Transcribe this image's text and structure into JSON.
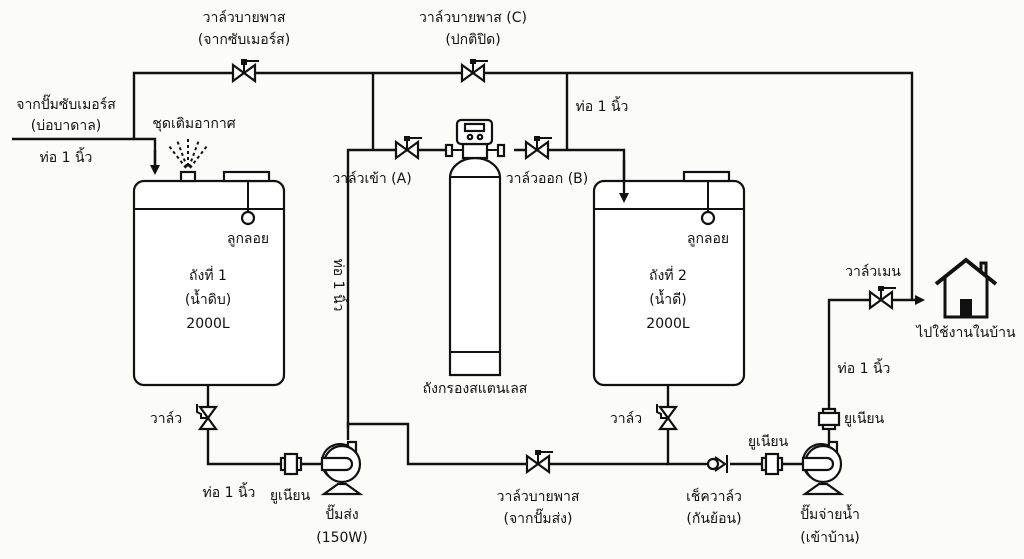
{
  "diagram": {
    "title": "ผังระบบกรองน้ำ ถังพักน้ำ 2 ถัง",
    "colors": {
      "line": "#111111",
      "background": "#fbfbf9"
    },
    "labels": {
      "bypass_submersible_1": "วาล์วบายพาส",
      "bypass_submersible_2": "(จากซับเมอร์ส)",
      "bypass_c_1": "วาล์วบายพาส (C)",
      "bypass_c_2": "(ปกติปิด)",
      "source_1": "จากปั๊มซับเมอร์ส",
      "source_2": "(บ่อบาดาล)",
      "pipe_source": "ท่อ 1 นิ้ว",
      "aerator": "ชุดเติมอากาศ",
      "valve_in": "วาล์วเข้า (A)",
      "valve_out": "วาล์วออก (B)",
      "pipe_filter_out": "ท่อ 1 นิ้ว",
      "pipe_vertical": "ท่อ 1 นิ้ว",
      "filter_tank": "ถังกรองสแตนเลส",
      "float1": "ลูกลอย",
      "float2": "ลูกลอย",
      "tank1_1": "ถังที่ 1",
      "tank1_2": "(น้ำดิบ)",
      "tank1_3": "2000L",
      "tank2_1": "ถังที่ 2",
      "tank2_2": "(น้ำดี)",
      "tank2_3": "2000L",
      "valve1": "วาล์ว",
      "valve2": "วาล์ว",
      "pipe_pump1": "ท่อ 1 นิ้ว",
      "union1": "ยูเนียน",
      "pump1_1": "ปั๊มส่ง",
      "pump1_2": "(150W)",
      "bypass_pump_1": "วาล์วบายพาส",
      "bypass_pump_2": "(จากปั๊มส่ง)",
      "check_valve_1": "เช็ควาล์ว",
      "check_valve_2": "(กันย้อน)",
      "union2": "ยูเนียน",
      "union3": "ยูเนียน",
      "pump2_1": "ปั๊มจ่ายน้ำ",
      "pump2_2": "(เข้าบ้าน)",
      "pipe_house": "ท่อ 1 นิ้ว",
      "main_valve": "วาล์วเมน",
      "house": "ไปใช้งานในบ้าน"
    }
  }
}
